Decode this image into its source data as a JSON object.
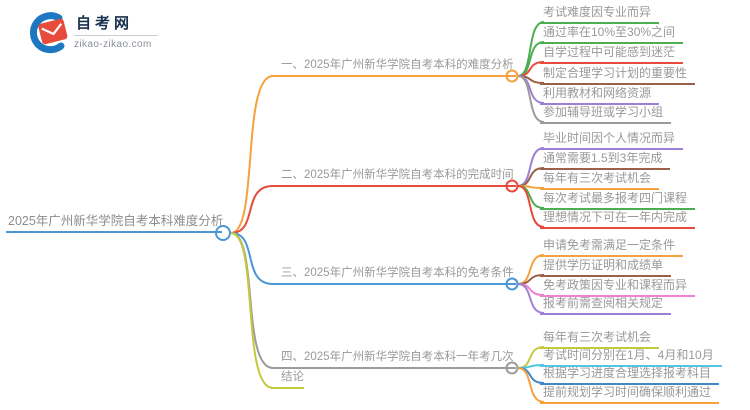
{
  "logo": {
    "title": "自考网",
    "domain": "zikao-zikao.com",
    "colors": {
      "cap_red": "#E64B3C",
      "crescent_blue": "#1D78C1",
      "text_navy": "#17304D"
    }
  },
  "mindmap": {
    "root": {
      "label": "2025年广州新华学院自考本科难度分析",
      "color": "#4A97D5"
    },
    "branches": [
      {
        "label": "一、2025年广州新华学院自考本科的难度分析",
        "color": "#F5A13D",
        "leaves": [
          {
            "label": "考试难度因专业而异",
            "color": "#4DAE51"
          },
          {
            "label": "通过率在10%至30%之间",
            "color": "#4DAE51"
          },
          {
            "label": "自学过程中可能感到迷茫",
            "color": "#E64B3C"
          },
          {
            "label": "制定合理学习计划的重要性",
            "color": "#9C5F48"
          },
          {
            "label": "利用教材和网络资源",
            "color": "#9C80D6"
          },
          {
            "label": "参加辅导班或学习小组",
            "color": "#9C9C9C"
          }
        ]
      },
      {
        "label": "二、2025年广州新华学院自考本科的完成时间",
        "color": "#E64B3C",
        "leaves": [
          {
            "label": "毕业时间因个人情况而异",
            "color": "#9C80D6"
          },
          {
            "label": "通常需要1.5到3年完成",
            "color": "#9C5F48"
          },
          {
            "label": "每年有三次考试机会",
            "color": "#F5A13D"
          },
          {
            "label": "每次考试最多报考四门课程",
            "color": "#4DAE51"
          },
          {
            "label": "理想情况下可在一年内完成",
            "color": "#E64B3C"
          }
        ]
      },
      {
        "label": "三、2025年广州新华学院自考本科的免考条件",
        "color": "#4A97D5",
        "leaves": [
          {
            "label": "申请免考需满足一定条件",
            "color": "#F5A13D"
          },
          {
            "label": "提供学历证明和成绩单",
            "color": "#9C5F48"
          },
          {
            "label": "免考政策因专业和课程而异",
            "color": "#EF82CF"
          },
          {
            "label": "报考前需查阅相关规定",
            "color": "#9C80D6"
          }
        ]
      },
      {
        "label": "四、2025年广州新华学院自考本科一年考几次",
        "color": "#9C9C9C",
        "leaves": [
          {
            "label": "每年有三次考试机会",
            "color": "#C2C93B"
          },
          {
            "label": "考试时间分别在1月、4月和10月",
            "color": "#52C5E2"
          },
          {
            "label": "根据学习进度合理选择报考科目",
            "color": "#4088C8"
          },
          {
            "label": "提前规划学习时间确保顺利通过",
            "color": "#F5A13D"
          }
        ]
      },
      {
        "label": "结论",
        "color": "#C2C93B",
        "leaves": []
      }
    ]
  }
}
